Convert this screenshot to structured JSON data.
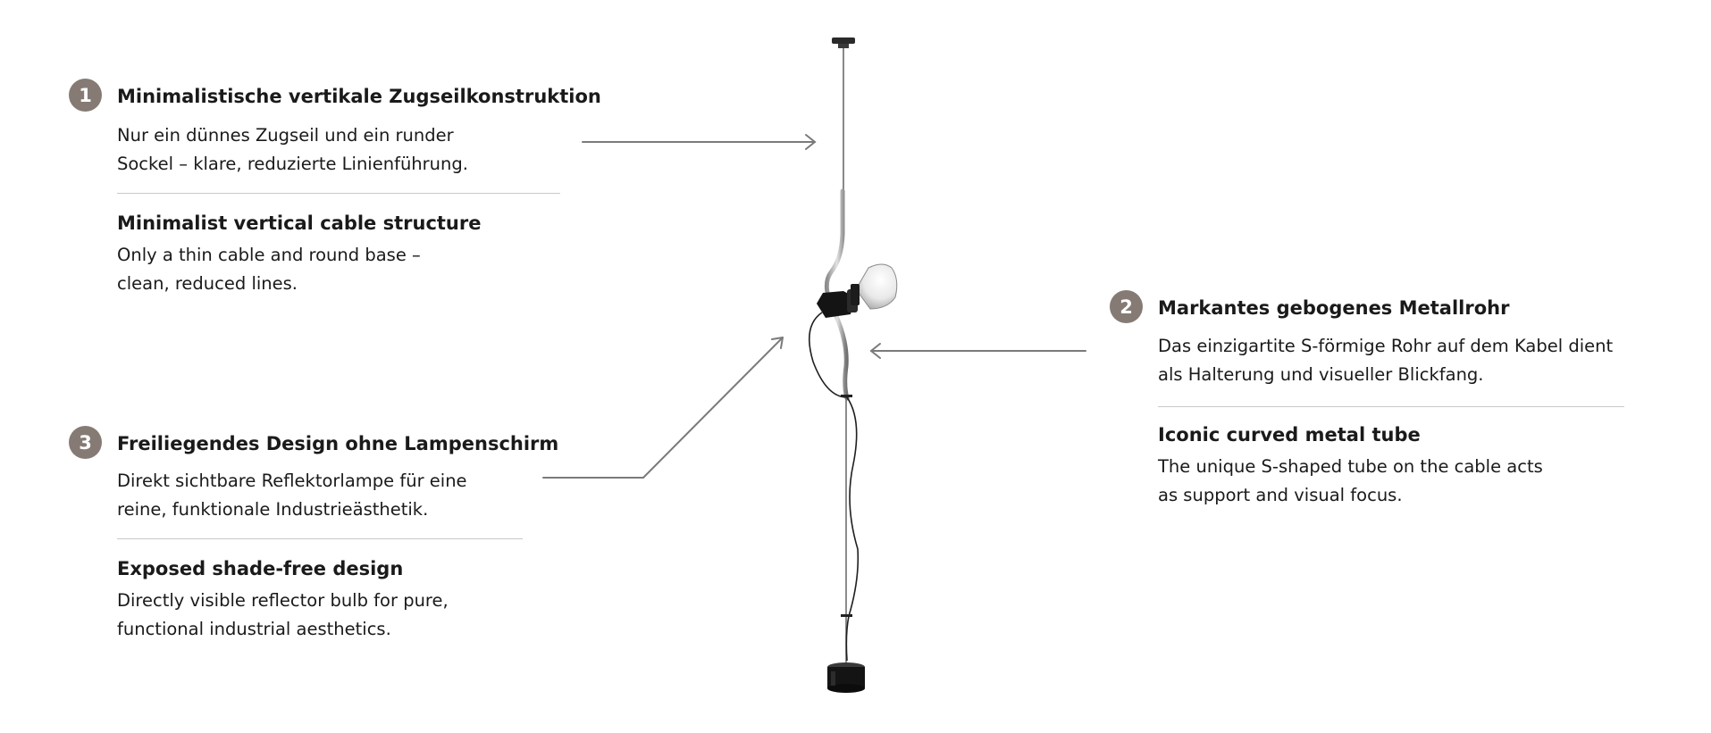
{
  "colors": {
    "badge": "#857b74",
    "text": "#1a1a1a",
    "divider": "#c9c9c9",
    "arrow": "#7a7a7a",
    "background": "#ffffff"
  },
  "features": {
    "f1": {
      "number": "1",
      "title": "Minimalistische vertikale Zugseilkonstruktion",
      "desc_line1": "Nur ein dünnes Zugseil und ein runder",
      "desc_line2": "Sockel – klare, reduzierte Linienführung.",
      "subtitle": "Minimalist vertical cable structure",
      "subdesc_line1": "Only a thin cable and round base –",
      "subdesc_line2": "clean, reduced lines."
    },
    "f2": {
      "number": "2",
      "title": "Markantes gebogenes Metallrohr",
      "desc_line1": "Das einzigartite S-förmige Rohr auf dem Kabel dient",
      "desc_line2": "als Halterung und visueller Blickfang.",
      "subtitle": "Iconic curved metal tube",
      "subdesc_line1": "The unique S-shaped tube on the cable acts",
      "subdesc_line2": "as support and visual focus."
    },
    "f3": {
      "number": "3",
      "title": "Freiliegendes Design ohne Lampenschirm",
      "desc_line1": "Direkt sichtbare Reflektorlampe für eine",
      "desc_line2": "reine, funktionale Industrieästhetik.",
      "subtitle": "Exposed shade-free design",
      "subdesc_line1": "Directly visible reflector bulb for pure,",
      "subdesc_line2": "functional industrial aesthetics."
    }
  }
}
